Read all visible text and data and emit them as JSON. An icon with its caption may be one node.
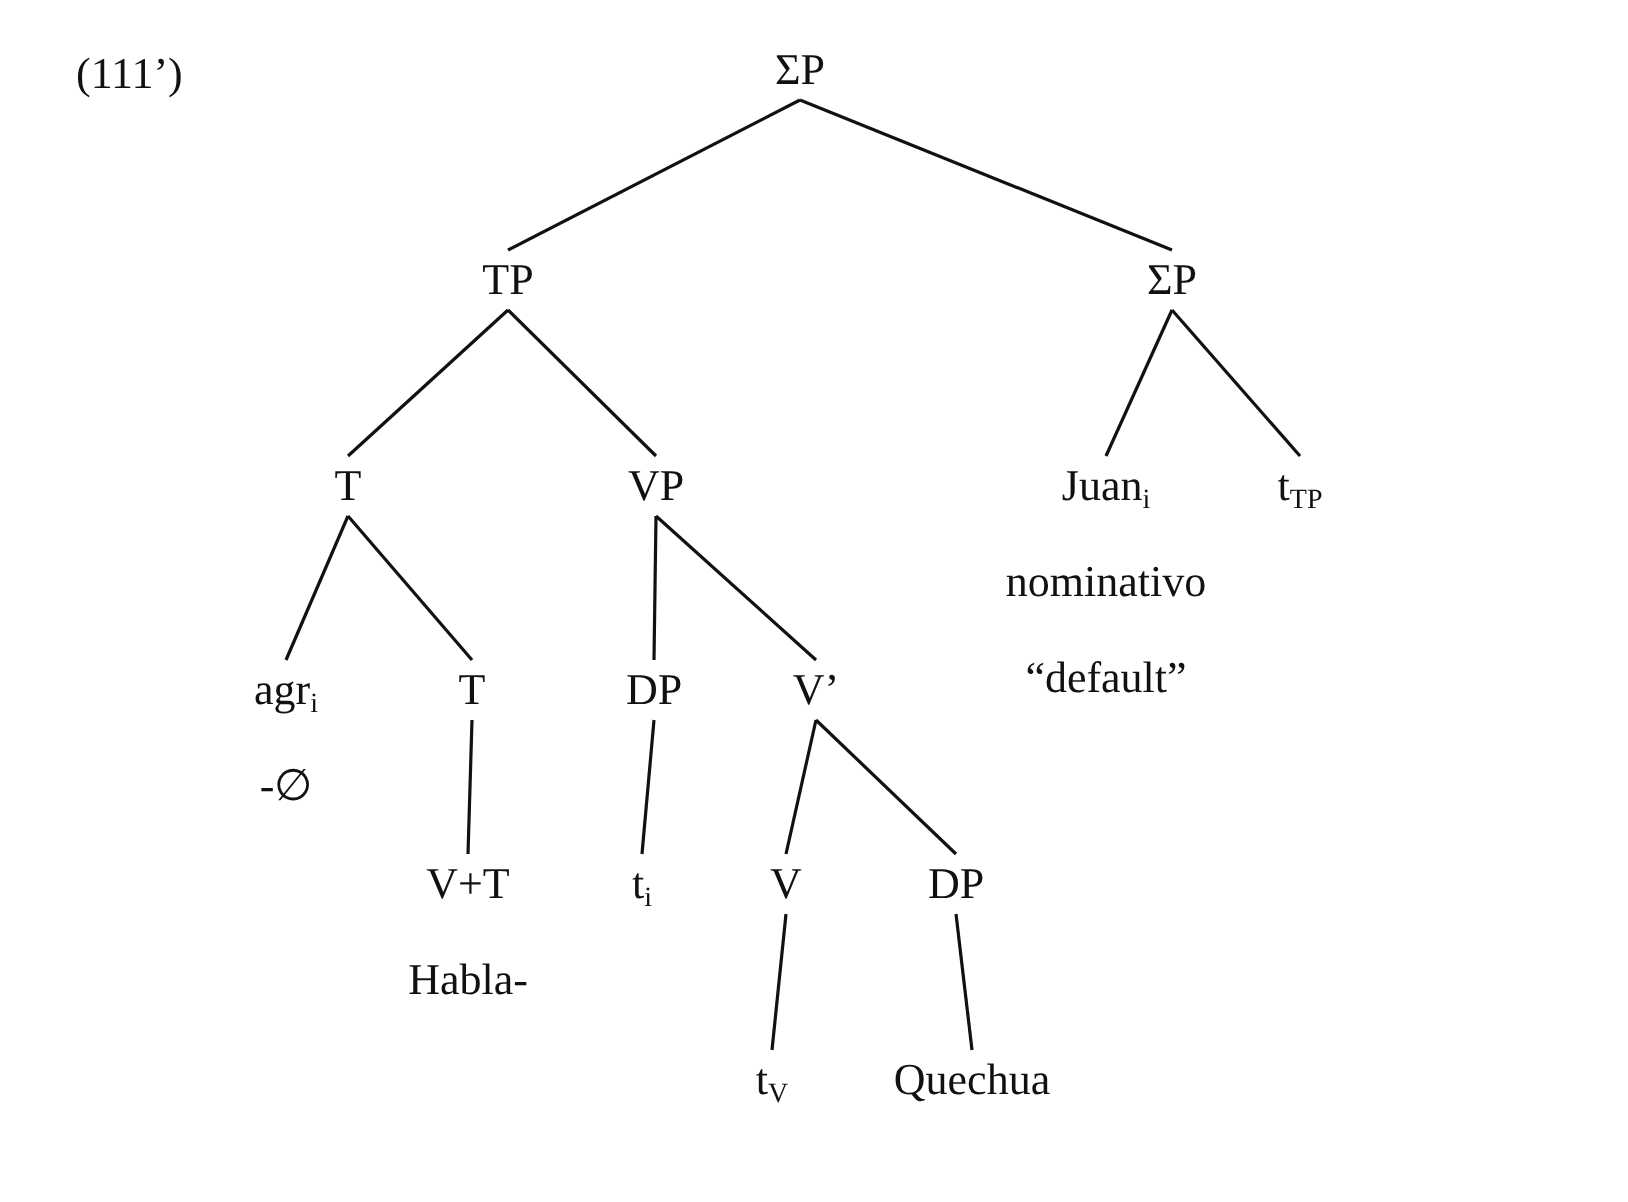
{
  "diagram": {
    "nodes": [
      {
        "text": [
          "ΣP"
        ]
      },
      {
        "text": [
          "TP"
        ]
      },
      {
        "text": [
          "ΣP"
        ]
      },
      {
        "text": [
          "T"
        ]
      },
      {
        "text": [
          "VP"
        ]
      },
      {
        "text": [
          "Juan$_{i}$",
          "nominativo",
          "“default”"
        ]
      },
      {
        "text": [
          "t$_{TP}$"
        ]
      },
      {
        "text": [
          "agr$_{i}$",
          "-∅"
        ]
      },
      {
        "text": [
          "T"
        ]
      },
      {
        "text": [
          "DP"
        ]
      },
      {
        "text": [
          "V’"
        ]
      },
      {
        "text": [
          "V+T",
          "Habla-"
        ]
      },
      {
        "text": [
          "t$_{i}$"
        ]
      },
      {
        "text": [
          "V"
        ]
      },
      {
        "text": [
          "DP"
        ]
      },
      {
        "text": [
          "t$_{V}$"
        ]
      },
      {
        "text": [
          "Quechua"
        ]
      }
    ],
    "edges": [
      {
        "from": 0,
        "to": 1,
        "arrow": "none"
      },
      {
        "from": 0,
        "to": 2,
        "arrow": "none"
      },
      {
        "from": 1,
        "to": 3,
        "arrow": "none"
      },
      {
        "from": 1,
        "to": 4,
        "arrow": "none"
      },
      {
        "from": 2,
        "to": 5,
        "arrow": "none"
      },
      {
        "from": 2,
        "to": 6,
        "arrow": "none"
      },
      {
        "from": 3,
        "to": 7,
        "arrow": "none"
      },
      {
        "from": 3,
        "to": 8,
        "arrow": "none"
      },
      {
        "from": 4,
        "to": 9,
        "arrow": "none"
      },
      {
        "from": 4,
        "to": 10,
        "arrow": "none"
      },
      {
        "from": 8,
        "to": 11,
        "arrow": "none"
      },
      {
        "from": 9,
        "to": 12,
        "arrow": "none"
      },
      {
        "from": 10,
        "to": 13,
        "arrow": "none"
      },
      {
        "from": 10,
        "to": 14,
        "arrow": "none"
      },
      {
        "from": 13,
        "to": 15,
        "arrow": "none"
      },
      {
        "from": 14,
        "to": 16,
        "arrow": "none"
      }
    ],
    "labels": [
      "(111’)"
    ]
  }
}
